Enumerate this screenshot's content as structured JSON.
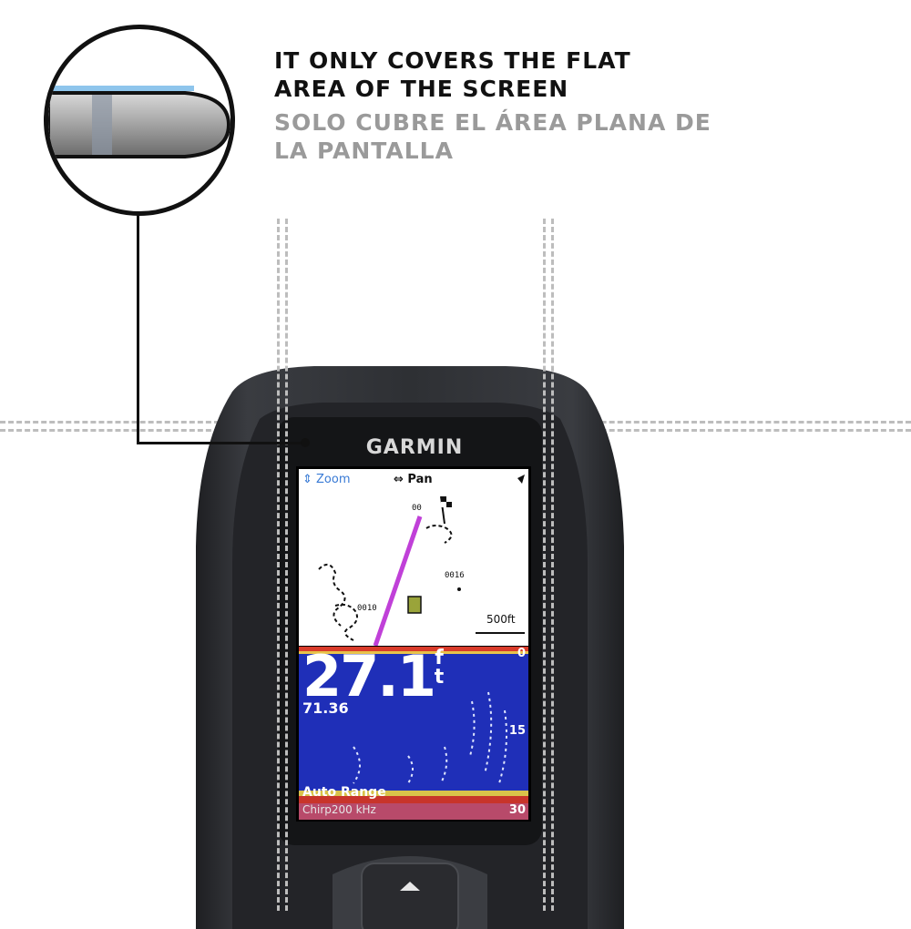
{
  "caption": {
    "english_line1": "IT ONLY COVERS THE FLAT",
    "english_line2": "AREA OF THE SCREEN",
    "spanish_line1": "SOLO CUBRE EL ÁREA PLANA DE",
    "spanish_line2": "LA PANTALLA"
  },
  "device": {
    "brand": "GARMIN",
    "map": {
      "zoom_label": "⇕ Zoom",
      "pan_label": "⇔ Pan",
      "waypoint_top": "00",
      "waypoint_mid": "0016",
      "waypoint_left": "0010",
      "scale": "500ft"
    },
    "sonar": {
      "depth": "27.1",
      "depth_unit_f": "f",
      "depth_unit_t": "t",
      "temperature": "71.36",
      "range_top": "0",
      "range_mid": "15",
      "range_bottom": "30",
      "auto_range": "Auto Range",
      "frequency": "Chirp200 kHz"
    }
  },
  "colors": {
    "device_body": "#2d2f33",
    "bezel": "#1a1b1e",
    "sonar_water": "#1f2fb8",
    "track_line": "#c040d8",
    "guide_lines": "#bdbdbd",
    "screen_protector": "#8ec5ec"
  },
  "icons": [
    "magnifier-circle-icon",
    "boat-icon",
    "checkered-flag-icon",
    "direction-arrow-icon",
    "up-arrow-key-icon"
  ]
}
